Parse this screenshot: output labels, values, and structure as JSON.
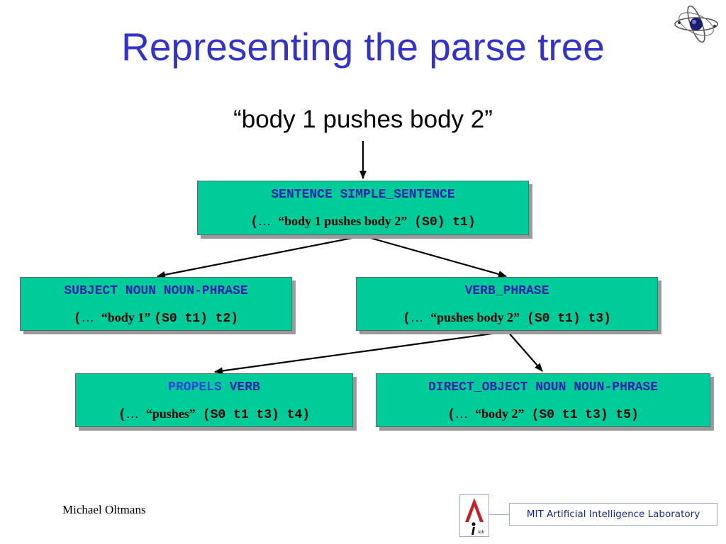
{
  "title": "Representing the parse tree",
  "sentence": "“body 1 pushes body 2”",
  "nodes": {
    "root": {
      "line1": "SENTENCE SIMPLE_SENTENCE",
      "open": "(",
      "ellipsis": "…",
      "phrase": "“body 1 pushes body 2”",
      "tail": "(S0) t1)"
    },
    "subject": {
      "line1": "SUBJECT NOUN NOUN-PHRASE",
      "open": "(",
      "ellipsis": "…",
      "phrase": "“body 1”",
      "tail": "(S0 t1) t2)"
    },
    "verb_phrase": {
      "line1": "VERB_PHRASE",
      "open": "(",
      "ellipsis": "…",
      "phrase": "“pushes body 2”",
      "tail": "(S0 t1) t3)"
    },
    "verb": {
      "line1_highlight": "PROPELS",
      "line1_rest": "VERB",
      "open": "(",
      "ellipsis": "…",
      "phrase": "“pushes”",
      "tail": "(S0 t1 t3) t4)"
    },
    "direct_object": {
      "line1": "DIRECT_OBJECT NOUN NOUN-PHRASE",
      "open": "(",
      "ellipsis": "…",
      "phrase": "“body 2”",
      "tail": "(S0 t1 t3) t5)"
    }
  },
  "footer": {
    "author": "Michael Oltmans",
    "lab_name": "MIT Artificial Intelligence Laboratory"
  },
  "colors": {
    "title": "#3333cc",
    "node_fill": "#00cc99",
    "node_text": "#2222aa",
    "highlight": "#3344dd"
  }
}
